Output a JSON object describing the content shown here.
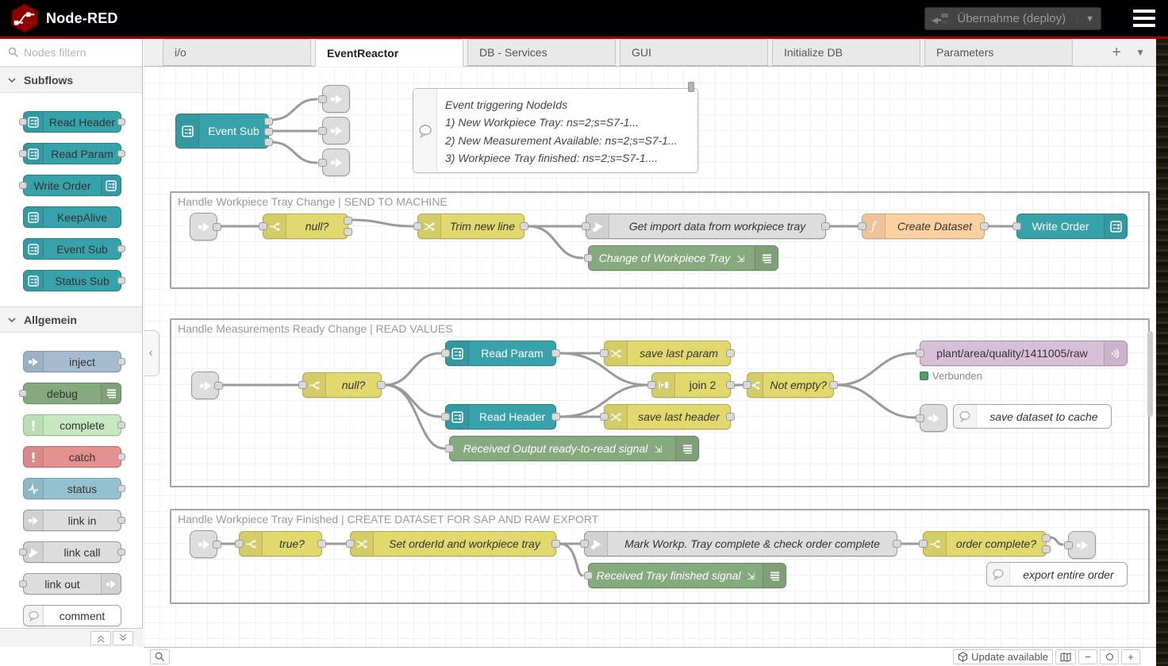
{
  "header": {
    "title": "Node-RED",
    "deploy_label": "Übernahme (deploy)"
  },
  "palette": {
    "search_placeholder": "Nodes filtern",
    "sections": [
      {
        "label": "Subflows",
        "items": [
          {
            "label": "Read Header"
          },
          {
            "label": "Read Param"
          },
          {
            "label": "Write Order"
          },
          {
            "label": "KeepAlive"
          },
          {
            "label": "Event Sub"
          },
          {
            "label": "Status Sub"
          }
        ]
      },
      {
        "label": "Allgemein",
        "items": [
          {
            "label": "inject"
          },
          {
            "label": "debug"
          },
          {
            "label": "complete"
          },
          {
            "label": "catch"
          },
          {
            "label": "status"
          },
          {
            "label": "link in"
          },
          {
            "label": "link call"
          },
          {
            "label": "link out"
          },
          {
            "label": "comment"
          }
        ]
      }
    ]
  },
  "tabs": [
    "i/o",
    "EventReactor",
    "DB - Services",
    "GUI",
    "Initialize DB",
    "Parameters"
  ],
  "flow": {
    "event_sub": "Event Sub",
    "note": [
      "Event triggering NodeIds",
      "1) New Workpiece Tray: ns=2;s=S7-1...",
      "2) New Measurement Available: ns=2;s=S7-1...",
      "3) Workpiece Tray finished: ns=2;s=S7-1...."
    ],
    "group1": {
      "title": "Handle Workpiece Tray Change | SEND TO MACHINE",
      "switch_null": "null?",
      "change_trim": "Trim new line",
      "linkcall_import": "Get import data from workpiece tray",
      "function_create": "Create Dataset",
      "subflow_write": "Write Order",
      "debug_change": "Change of Workpiece Tray"
    },
    "group2": {
      "title": "Handle Measurements Ready Change | READ VALUES",
      "switch_null": "null?",
      "subflow_param": "Read Param",
      "subflow_header": "Read Header",
      "change_param": "save last param",
      "change_header": "save last header",
      "join": "join 2",
      "switch_notempty": "Not empty?",
      "mqtt_topic": "plant/area/quality/1411005/raw",
      "mqtt_status": "Verbunden",
      "debug_received": "Received Output ready-to-read signal",
      "comment_cache": "save dataset to cache"
    },
    "group3": {
      "title": "Handle Workpiece Tray Finished | CREATE DATASET FOR SAP AND RAW EXPORT",
      "switch_true": "true?",
      "change_set": "Set orderId and workpiece tray",
      "linkcall_mark": "Mark Workp. Tray complete & check order complete",
      "switch_order": "order complete?",
      "debug_tray": "Received Tray finished signal",
      "comment_export": "export entire order"
    }
  },
  "statusbar": {
    "update_label": "Update available"
  },
  "icons": {
    "debug_indicator": "⇲"
  },
  "colors": {
    "subflow": "#38a2ab",
    "switch_change": "#e2d96e",
    "function": "#fdd0a2",
    "debug": "#87a980",
    "mqtt": "#d8bfd8",
    "link": "#dddddd",
    "inject": "#a6bbcf",
    "complete": "#c7e8c0",
    "catch": "#e49191",
    "status": "#94c1d0",
    "header_accent": "#a60000",
    "connected_green": "#4f9e68"
  }
}
